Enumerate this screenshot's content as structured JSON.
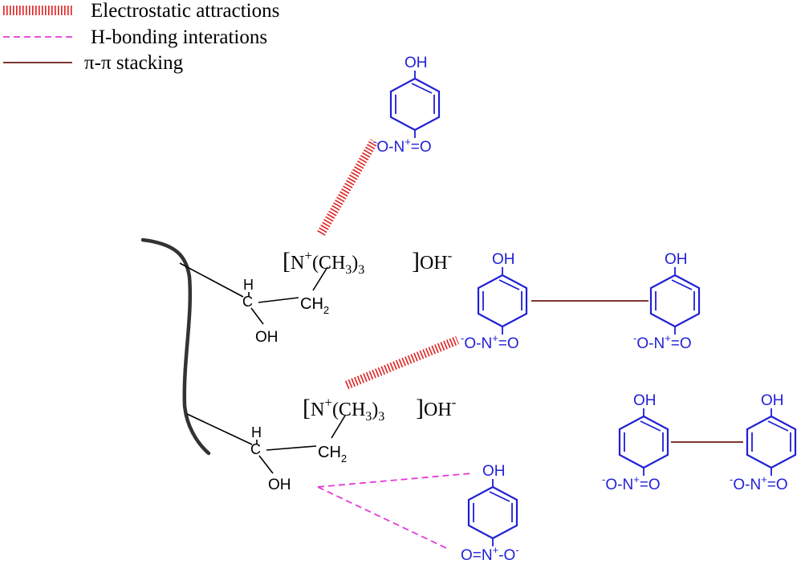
{
  "legend": {
    "electrostatic": "Electrostatic attractions",
    "hbond": "H-bonding interations",
    "pistack": "π-π  stacking"
  },
  "colors": {
    "electrostatic": "#e02020",
    "hbond": "#e33ad6",
    "pistack": "#6b1a14",
    "pnp": "#1f1fd6",
    "chain": "#000000"
  },
  "chain": {
    "H": "H",
    "C": "C",
    "OH": "OH",
    "CH2_base": "CH",
    "CH2_sub": "2",
    "N": "N",
    "plus": "+",
    "ch3_open": "(CH",
    "ch3_sub": "3",
    "ch3_close": ")",
    "three": "3",
    "hydroxide": "OH",
    "minus": "-"
  },
  "pnp": {
    "OH": "OH",
    "N": "N",
    "plus": "+",
    "O": "O",
    "minus": "-",
    "nitro_left": "-O-N+O",
    "nitro_right": "O-N+O-"
  }
}
